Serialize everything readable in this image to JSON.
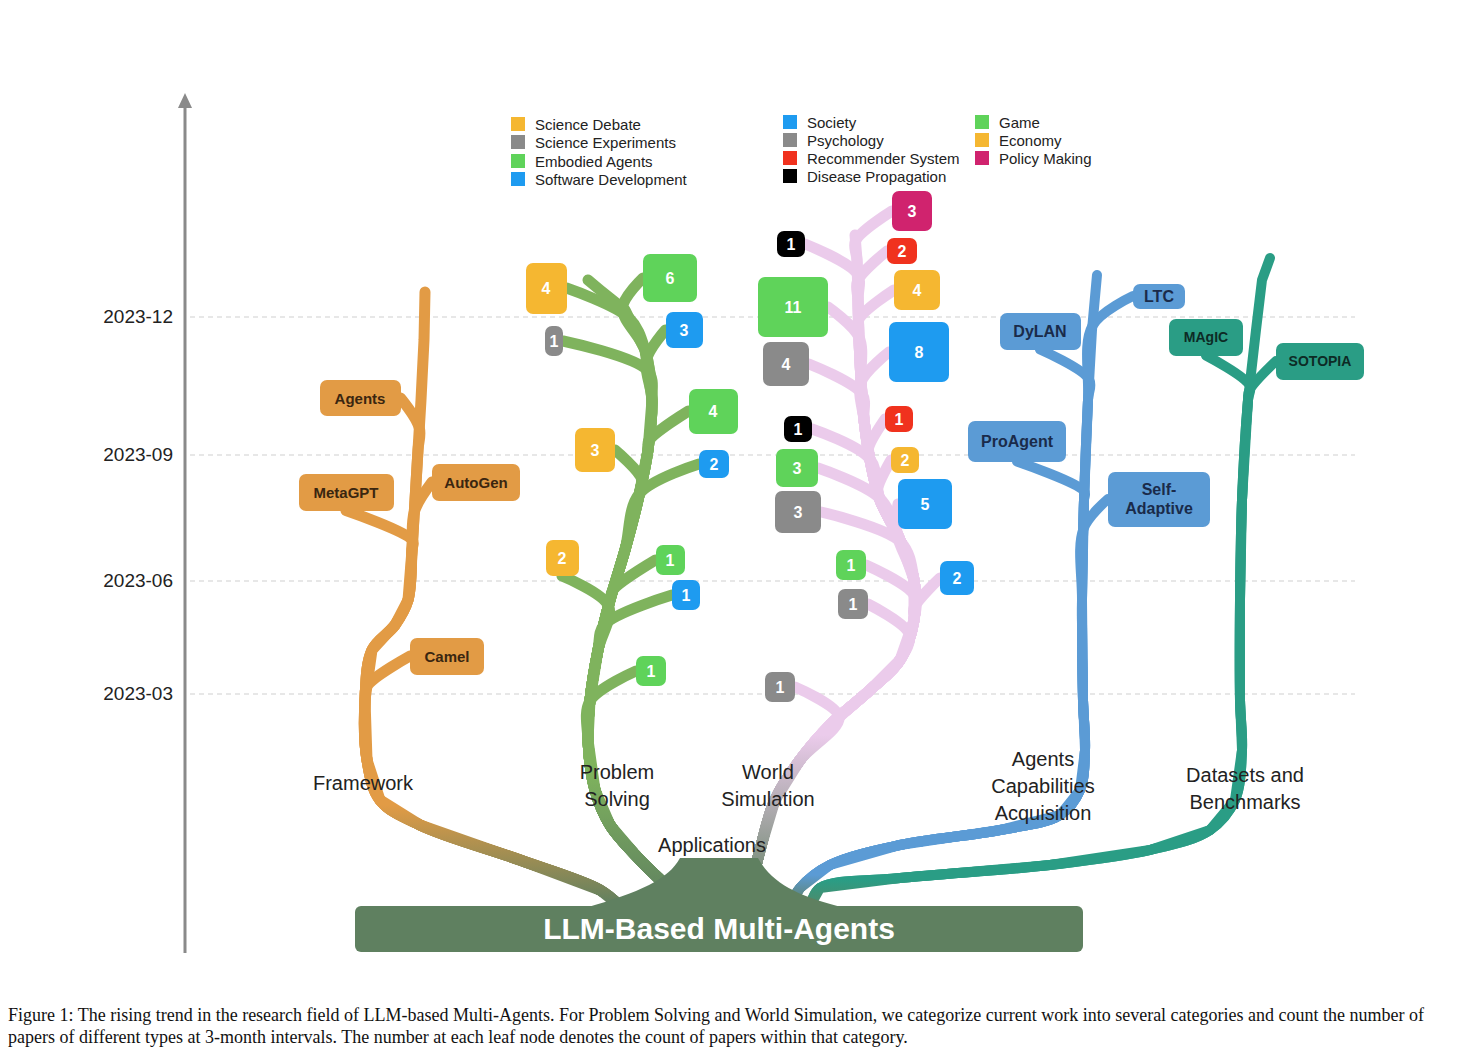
{
  "diagram": {
    "caption": "Figure 1: The rising trend in the research field of LLM-based Multi-Agents. For Problem Solving and World Simulation, we categorize current work into several categories and count the number of papers of different types at 3-month intervals. The number at each leaf node denotes the count of papers within that category.",
    "nodes": [
      {
        "text": [
          "LLM-Based Multi-Agents"
        ]
      },
      {
        "text": [
          "Agents"
        ]
      },
      {
        "text": [
          "MetaGPT"
        ]
      },
      {
        "text": [
          "AutoGen"
        ]
      },
      {
        "text": [
          "Camel"
        ]
      },
      {
        "text": [
          "4"
        ]
      },
      {
        "text": [
          "6"
        ]
      },
      {
        "text": [
          "1"
        ]
      },
      {
        "text": [
          "3"
        ]
      },
      {
        "text": [
          "4"
        ]
      },
      {
        "text": [
          "3"
        ]
      },
      {
        "text": [
          "2"
        ]
      },
      {
        "text": [
          "2"
        ]
      },
      {
        "text": [
          "1"
        ]
      },
      {
        "text": [
          "1"
        ]
      },
      {
        "text": [
          "1"
        ]
      },
      {
        "text": [
          "3"
        ]
      },
      {
        "text": [
          "1"
        ]
      },
      {
        "text": [
          "2"
        ]
      },
      {
        "text": [
          "11"
        ]
      },
      {
        "text": [
          "4"
        ]
      },
      {
        "text": [
          "4"
        ]
      },
      {
        "text": [
          "8"
        ]
      },
      {
        "text": [
          "1"
        ]
      },
      {
        "text": [
          "1"
        ]
      },
      {
        "text": [
          "3"
        ]
      },
      {
        "text": [
          "2"
        ]
      },
      {
        "text": [
          "3"
        ]
      },
      {
        "text": [
          "5"
        ]
      },
      {
        "text": [
          "1"
        ]
      },
      {
        "text": [
          "2"
        ]
      },
      {
        "text": [
          "1"
        ]
      },
      {
        "text": [
          "1"
        ]
      },
      {
        "text": [
          "LTC"
        ]
      },
      {
        "text": [
          "DyLAN"
        ]
      },
      {
        "text": [
          "ProAgent"
        ]
      },
      {
        "text": [
          "Self- Adaptive"
        ]
      },
      {
        "text": [
          "MAgIC"
        ]
      },
      {
        "text": [
          "SOTOPIA"
        ]
      }
    ],
    "edges": [
      {
        "from": 0,
        "to": 1,
        "arrow": "none"
      },
      {
        "from": 0,
        "to": 2,
        "arrow": "none"
      },
      {
        "from": 0,
        "to": 3,
        "arrow": "none"
      },
      {
        "from": 0,
        "to": 4,
        "arrow": "none"
      },
      {
        "from": 0,
        "to": 5,
        "arrow": "none"
      },
      {
        "from": 0,
        "to": 6,
        "arrow": "none"
      },
      {
        "from": 0,
        "to": 7,
        "arrow": "none"
      },
      {
        "from": 0,
        "to": 8,
        "arrow": "none"
      },
      {
        "from": 0,
        "to": 9,
        "arrow": "none"
      },
      {
        "from": 0,
        "to": 10,
        "arrow": "none"
      },
      {
        "from": 0,
        "to": 11,
        "arrow": "none"
      },
      {
        "from": 0,
        "to": 12,
        "arrow": "none"
      },
      {
        "from": 0,
        "to": 13,
        "arrow": "none"
      },
      {
        "from": 0,
        "to": 14,
        "arrow": "none"
      },
      {
        "from": 0,
        "to": 15,
        "arrow": "none"
      },
      {
        "from": 0,
        "to": 16,
        "arrow": "none"
      },
      {
        "from": 0,
        "to": 17,
        "arrow": "none"
      },
      {
        "from": 0,
        "to": 18,
        "arrow": "none"
      },
      {
        "from": 0,
        "to": 19,
        "arrow": "none"
      },
      {
        "from": 0,
        "to": 20,
        "arrow": "none"
      },
      {
        "from": 0,
        "to": 21,
        "arrow": "none"
      },
      {
        "from": 0,
        "to": 22,
        "arrow": "none"
      },
      {
        "from": 0,
        "to": 23,
        "arrow": "none"
      },
      {
        "from": 0,
        "to": 24,
        "arrow": "none"
      },
      {
        "from": 0,
        "to": 25,
        "arrow": "none"
      },
      {
        "from": 0,
        "to": 26,
        "arrow": "none"
      },
      {
        "from": 0,
        "to": 27,
        "arrow": "none"
      },
      {
        "from": 0,
        "to": 28,
        "arrow": "none"
      },
      {
        "from": 0,
        "to": 29,
        "arrow": "none"
      },
      {
        "from": 0,
        "to": 30,
        "arrow": "none"
      },
      {
        "from": 0,
        "to": 31,
        "arrow": "none"
      },
      {
        "from": 0,
        "to": 32,
        "arrow": "none"
      },
      {
        "from": 0,
        "to": 33,
        "arrow": "none"
      },
      {
        "from": 0,
        "to": 34,
        "arrow": "none"
      },
      {
        "from": 0,
        "to": 35,
        "arrow": "none"
      },
      {
        "from": 0,
        "to": 36,
        "arrow": "none"
      },
      {
        "from": 0,
        "to": 37,
        "arrow": "none"
      },
      {
        "from": 0,
        "to": 38,
        "arrow": "none"
      }
    ],
    "labels": [
      "2023-12",
      "2023-09",
      "2023-06",
      "2023-03",
      "Framework",
      "Problem Solving",
      "World Simulation",
      "Applications",
      "Agents Capabilities Acquisition",
      "Datasets and Benchmarks"
    ],
    "legend": [
      {
        "text": "Science Debate",
        "color": "#f5b731"
      },
      {
        "text": "Science Experiments",
        "color": "#8a8a8a"
      },
      {
        "text": "Embodied Agents",
        "color": "#5fd35a"
      },
      {
        "text": "Software Development",
        "color": "#1e9bf0"
      },
      {
        "text": "Society",
        "color": "#1e9bf0"
      },
      {
        "text": "Psychology",
        "color": "#8a8a8a"
      },
      {
        "text": "Recommender System",
        "color": "#f0321e"
      },
      {
        "text": "Disease Propagation",
        "color": "#000000"
      },
      {
        "text": "Game",
        "color": "#5fd35a"
      },
      {
        "text": "Economy",
        "color": "#f5b731"
      },
      {
        "text": "Policy Making",
        "color": "#d0236e"
      }
    ]
  }
}
